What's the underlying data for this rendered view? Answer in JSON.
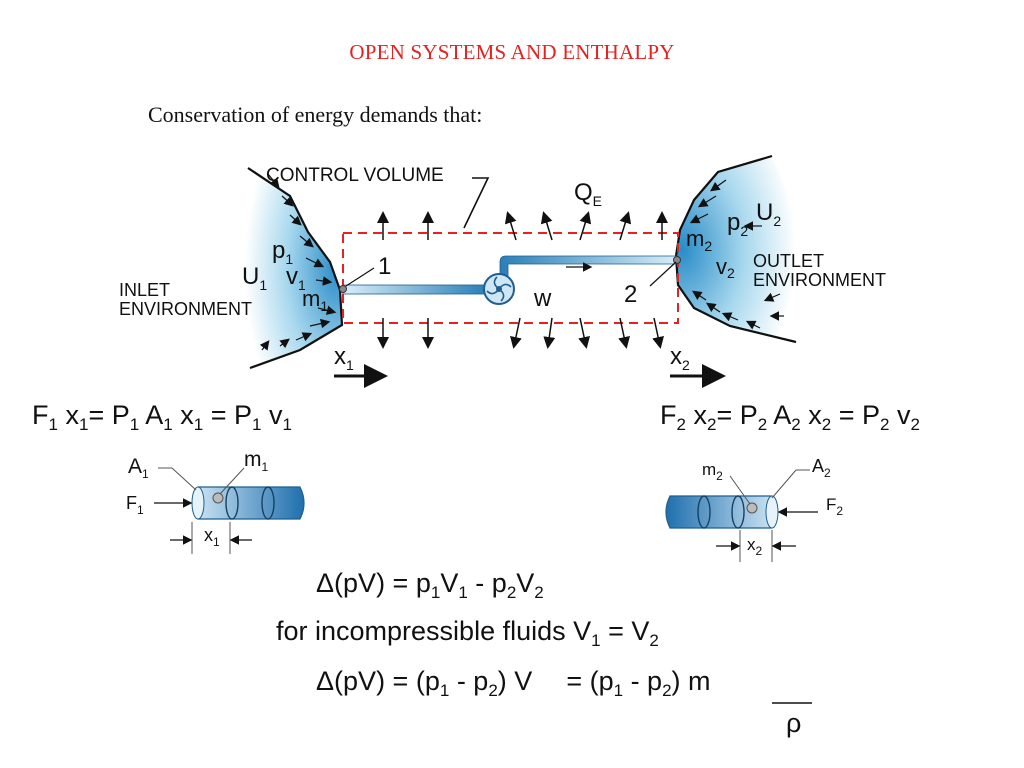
{
  "title": "OPEN SYSTEMS AND ENTHALPY",
  "intro": "Conservation of energy demands that:",
  "diagram": {
    "control_volume": "CONTROL VOLUME",
    "heat": {
      "main": "Q",
      "sub": "E"
    },
    "work": "w",
    "station_1": "1",
    "station_2": "2",
    "inlet": {
      "line1": "INLET",
      "line2": "ENVIRONMENT",
      "p": "p",
      "U": "U",
      "v": "v",
      "m": "m",
      "sub": "1"
    },
    "outlet": {
      "line1": "OUTLET",
      "line2": "ENVIRONMENT",
      "p": "p",
      "U": "U",
      "v": "v",
      "m": "m",
      "sub": "2"
    },
    "x1": {
      "main": "x",
      "sub": "1"
    },
    "x2": {
      "main": "x",
      "sub": "2"
    },
    "cyl1": {
      "A": "A",
      "m": "m",
      "F": "F",
      "x": "x",
      "sub": "1"
    },
    "cyl2": {
      "A": "A",
      "m": "m",
      "F": "F",
      "x": "x",
      "sub": "2"
    }
  },
  "equations": {
    "left": {
      "F": "F",
      "x": " x",
      "eq1": "= P",
      "A": " A",
      "x2": " x",
      "eq2": " = P",
      "v": " v",
      "sub": "1"
    },
    "right": {
      "F": "F",
      "x": " x",
      "eq1": "= P",
      "A": " A",
      "x2": " x",
      "eq2": " = P",
      "v": " v",
      "sub": "2"
    },
    "delta_symbol": "Δ",
    "line1": {
      "lhs": "(pV) = p",
      "s1": "1",
      "mid": "V",
      "s2": "1",
      "minus": " - p",
      "s3": "2",
      "end": "V",
      "s4": "2"
    },
    "line2": {
      "text": "for incompressible fluids V",
      "s1": "1",
      "eq": "  =  V",
      "s2": "2"
    },
    "line3": {
      "lhs": "(pV) = (p",
      "s1": "1",
      "a": " - p",
      "s2": "2",
      "b": ") V",
      "c": "= (p",
      "s3": "1",
      "d": " - p",
      "s4": "2",
      "e": ") m",
      "den": "ρ"
    }
  },
  "colors": {
    "title": "#e8201f",
    "fluid": "#2a8cc8",
    "dash": "#e8201f"
  }
}
